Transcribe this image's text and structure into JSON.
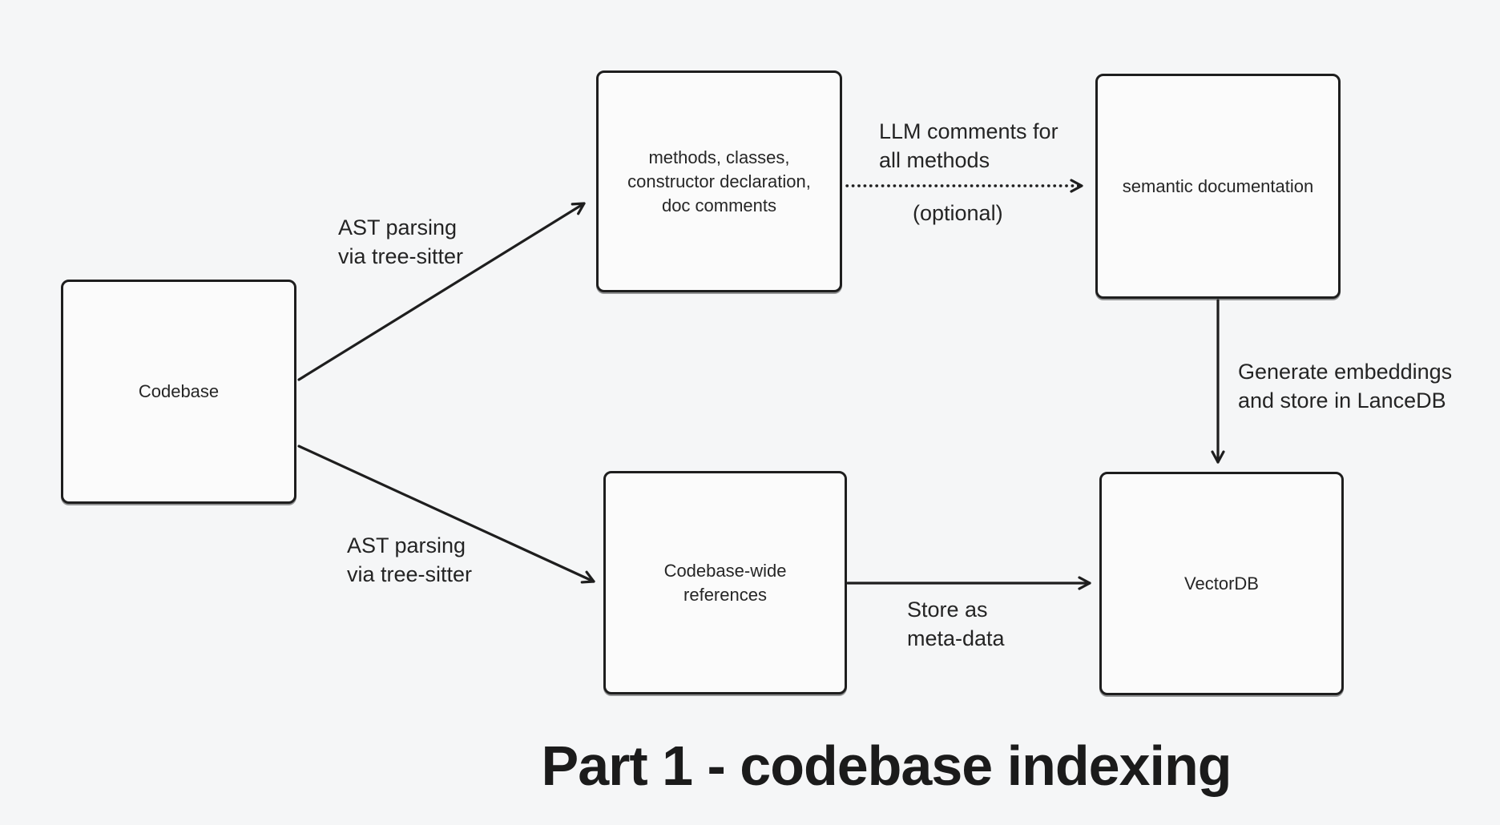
{
  "page": {
    "title": "Part 1 - codebase indexing",
    "background_color": "#f5f6f7"
  },
  "colors": {
    "stroke": "#1e1e1e",
    "box_fill": "#fbfbfb",
    "box_border": "#1e1e1e",
    "box_text": "#262626",
    "label_text": "#242424",
    "title_text": "#1b1b1b"
  },
  "diagram": {
    "nodes": [
      {
        "id": "codebase",
        "label": "Codebase"
      },
      {
        "id": "methods-classes",
        "label": "methods, classes,\nconstructor declaration,\ndoc comments"
      },
      {
        "id": "semantic-documentation",
        "label": "semantic documentation"
      },
      {
        "id": "codebase-wide-references",
        "label": "Codebase-wide\nreferences"
      },
      {
        "id": "vectordb",
        "label": "VectorDB"
      }
    ],
    "edges": [
      {
        "from": "codebase",
        "to": "methods-classes",
        "style": "solid",
        "label": "AST parsing\nvia tree-sitter"
      },
      {
        "from": "codebase",
        "to": "codebase-wide-references",
        "style": "solid",
        "label": "AST parsing\nvia tree-sitter"
      },
      {
        "from": "methods-classes",
        "to": "semantic-documentation",
        "style": "dotted",
        "label": "LLM comments for\nall methods",
        "sublabel": "(optional)"
      },
      {
        "from": "semantic-documentation",
        "to": "vectordb",
        "style": "solid",
        "label": "Generate embeddings\nand store in LanceDB"
      },
      {
        "from": "codebase-wide-references",
        "to": "vectordb",
        "style": "solid",
        "label": "Store as\nmeta-data"
      }
    ]
  }
}
